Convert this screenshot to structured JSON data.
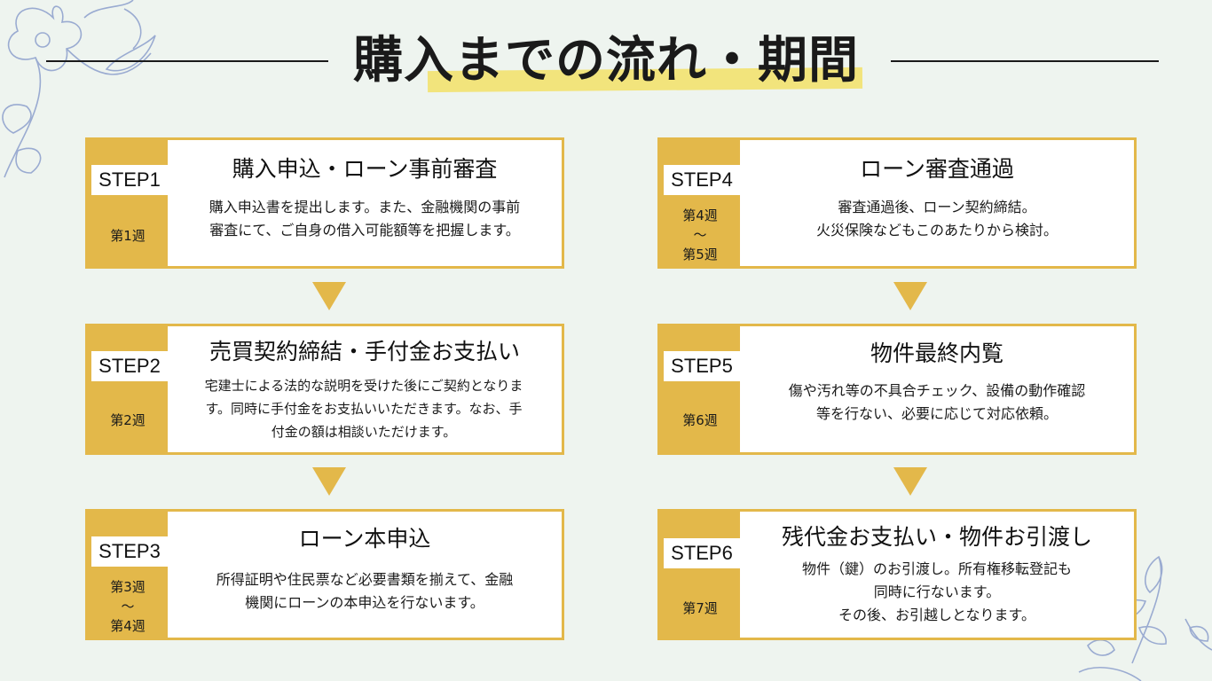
{
  "page": {
    "title": "購入までの流れ・期間",
    "accent_color": "#e3b84a",
    "highlight_color": "#f2e47c",
    "background_color": "#eef4ef"
  },
  "decorations": {
    "top_left": "flower-illustration",
    "bottom_right": "flower-illustration"
  },
  "steps": [
    {
      "step": "STEP1",
      "week": "第1週",
      "heading": "購入申込・ローン事前審査",
      "description": "購入申込書を提出します。また、金融機関の事前\n審査にて、ご自身の借入可能額等を把握します。"
    },
    {
      "step": "STEP2",
      "week": "第2週",
      "heading": "売買契約締結・手付金お支払い",
      "description": "宅建士による法的な説明を受けた後にご契約となりま\nす。同時に手付金をお支払いいただきます。なお、手\n付金の額は相談いただけます。"
    },
    {
      "step": "STEP3",
      "week": "第3週\n〜\n第4週",
      "heading": "ローン本申込",
      "description": "所得証明や住民票など必要書類を揃えて、金融\n機関にローンの本申込を行ないます。"
    },
    {
      "step": "STEP4",
      "week": "第4週\n〜\n第5週",
      "heading": "ローン審査通過",
      "description": "審査通過後、ローン契約締結。\n火災保険などもこのあたりから検討。"
    },
    {
      "step": "STEP5",
      "week": "第6週",
      "heading": "物件最終内覧",
      "description": "傷や汚れ等の不具合チェック、設備の動作確認\n等を行ない、必要に応じて対応依頼。"
    },
    {
      "step": "STEP6",
      "week": "第7週",
      "heading": "残代金お支払い・物件お引渡し",
      "description": "物件（鍵）のお引渡し。所有権移転登記も\n同時に行ないます。\nその後、お引越しとなります。"
    }
  ]
}
